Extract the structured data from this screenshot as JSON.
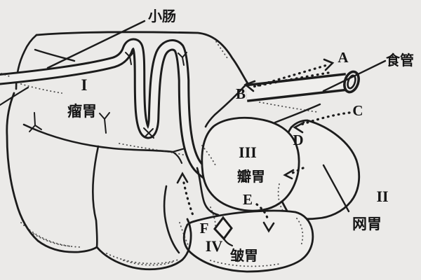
{
  "figure": {
    "colors": {
      "background": "#ebeae8",
      "ink": "#1c1c1c"
    },
    "labels": {
      "small_intestine": "小肠",
      "esophagus": "食管",
      "rumen_numeral": "I",
      "rumen_name": "瘤胃",
      "reticulum_numeral": "II",
      "reticulum_name": "网胃",
      "omasum_numeral": "III",
      "omasum_name": "瓣胃",
      "abomasum_numeral": "IV",
      "abomasum_name": "皱胃",
      "marker_a": "A",
      "marker_b": "B",
      "marker_c": "C",
      "marker_d": "D",
      "marker_e": "E",
      "marker_f": "F"
    }
  }
}
